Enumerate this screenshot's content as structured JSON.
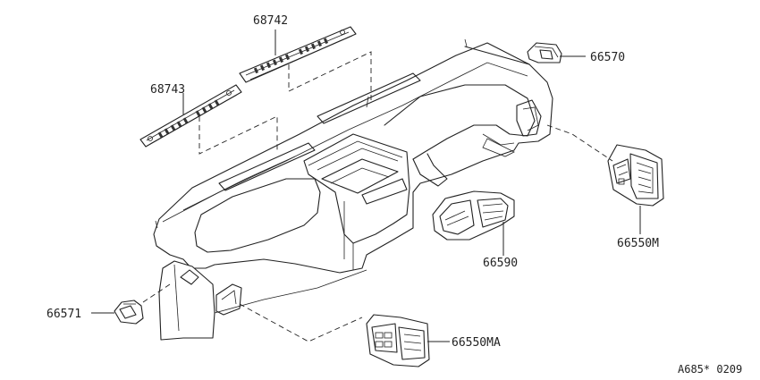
{
  "diagram": {
    "parts": [
      {
        "id": "68742",
        "label": "68742"
      },
      {
        "id": "68743",
        "label": "68743"
      },
      {
        "id": "66570",
        "label": "66570"
      },
      {
        "id": "66550M",
        "label": "66550M"
      },
      {
        "id": "66590",
        "label": "66590"
      },
      {
        "id": "66571",
        "label": "66571"
      },
      {
        "id": "66550MA",
        "label": "66550MA"
      }
    ],
    "reference_code": "A685* 0209"
  }
}
